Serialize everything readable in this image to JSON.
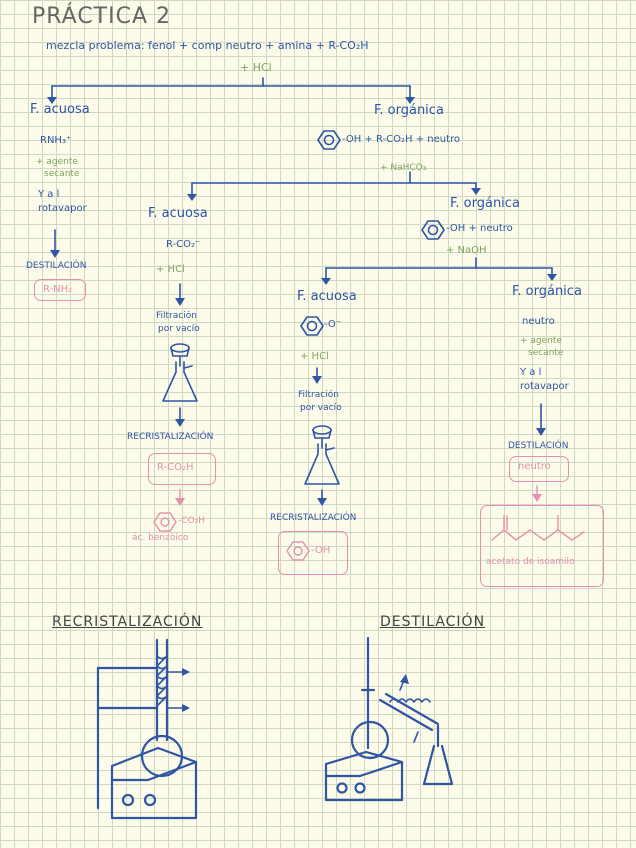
{
  "title": "PRÁCTICA 2",
  "mixture": "mezcla problema: fenol + comp neutro + amina + R-CO₂H",
  "reagent_hcl": "+ HCl",
  "left": {
    "phase": "F. acuosa",
    "species": "RNH₃⁺",
    "agent_l1": "+ agente",
    "agent_l2": "secante",
    "rota_l1": "Y a l",
    "rota_l2": "rotavapor",
    "step": "DESTILACIÓN",
    "product": "R-NH₂"
  },
  "org1": {
    "phase": "F. orgánica",
    "species": "-OH + R-CO₂H + neutro",
    "reagent": "+ NaHCO₃"
  },
  "mid": {
    "phase": "F. acuosa",
    "species": "R-CO₂⁻",
    "reagent": "+ HCl",
    "filt_l1": "Filtración",
    "filt_l2": "por vacío",
    "step": "RECRISTALIZACIÓN",
    "product": "R-CO₂H",
    "final_suffix": "-CO₂H",
    "final_name": "ác. benzóico"
  },
  "org2": {
    "phase": "F. orgánica",
    "species": "-OH + neutro",
    "reagent": "+ NaOH"
  },
  "phenol": {
    "phase": "F. acuosa",
    "species": "-O⁻",
    "reagent": "+ HCl",
    "filt_l1": "Filtración",
    "filt_l2": "por vacío",
    "step": "RECRISTALIZACIÓN",
    "product": "-OH"
  },
  "neutral": {
    "phase": "F. orgánica",
    "species": "neutro",
    "agent_l1": "+ agente",
    "agent_l2": "secante",
    "rota_l1": "Y a l",
    "rota_l2": "rotavapor",
    "step": "DESTILACIÓN",
    "product": "neutro",
    "final_name": "acetato de isoamilo"
  },
  "bottom": {
    "recryst_title": "RECRISTALIZACIÓN",
    "distill_title": "DESTILACIÓN"
  },
  "colors": {
    "ink_blue": "#2f55a4",
    "ink_green": "#7ea35f",
    "ink_pink": "#e591ad",
    "grid": "#cfd8c4",
    "paper": "#fdfbea"
  }
}
